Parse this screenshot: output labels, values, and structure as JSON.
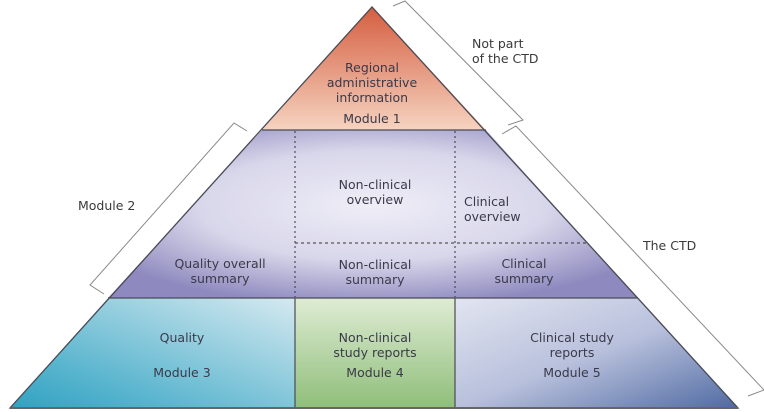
{
  "title": "Common Technical Document (CTD) pyramid",
  "module1": {
    "lines": [
      "Regional",
      "administrative",
      "information"
    ],
    "module_label": "Module 1"
  },
  "module2": {
    "quality_overall_summary": [
      "Quality overall",
      "summary"
    ],
    "nonclinical_overview": [
      "Non-clinical",
      "overview"
    ],
    "clinical_overview": [
      "Clinical",
      "overview"
    ],
    "nonclinical_summary": [
      "Non-clinical",
      "summary"
    ],
    "clinical_summary": [
      "Clinical",
      "summary"
    ]
  },
  "module3": {
    "lines": [
      "Quality"
    ],
    "module_label": "Module 3"
  },
  "module4": {
    "lines": [
      "Non-clinical",
      "study reports"
    ],
    "module_label": "Module 4"
  },
  "module5": {
    "lines": [
      "Clinical study",
      "reports"
    ],
    "module_label": "Module 5"
  },
  "brackets": {
    "not_part": [
      "Not part",
      "of the CTD"
    ],
    "module2": "Module 2",
    "the_ctd": "The CTD"
  },
  "colors": {
    "module1_top": "#d9674a",
    "module1_bottom": "#f5cdb8",
    "module2_edge": "#8f8cbf",
    "module2_center": "#ecebf5",
    "module3_edge": "#3ea8c6",
    "module3_light": "#cfe6ee",
    "module4_top": "#dbe9cf",
    "module4_bottom": "#92c07d",
    "module5_light": "#dde1ee",
    "module5_dark": "#5a74a8",
    "outline": "#4a4a55",
    "text": "#3a3a4a"
  }
}
